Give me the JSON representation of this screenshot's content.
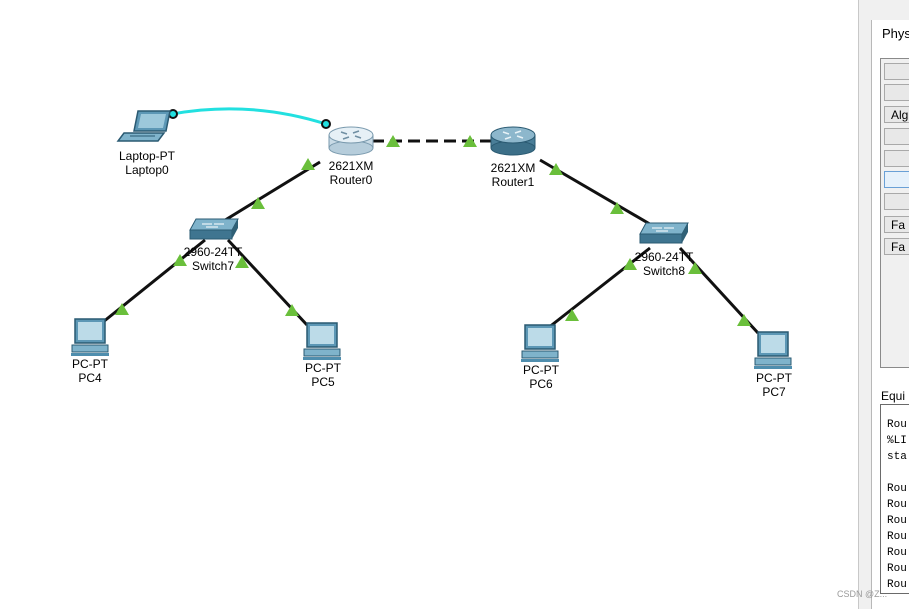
{
  "devices": {
    "laptop0": {
      "model": "Laptop-PT",
      "name": "Laptop0"
    },
    "router0": {
      "model": "2621XM",
      "name": "Router0"
    },
    "router1": {
      "model": "2621XM",
      "name": "Router1"
    },
    "switch7": {
      "model": "2960-24TT",
      "name": "Switch7"
    },
    "switch8": {
      "model": "2960-24TT",
      "name": "Switch8"
    },
    "pc4": {
      "model": "PC-PT",
      "name": "PC4"
    },
    "pc5": {
      "model": "PC-PT",
      "name": "PC5"
    },
    "pc6": {
      "model": "PC-PT",
      "name": "PC6"
    },
    "pc7": {
      "model": "PC-PT",
      "name": "PC7"
    }
  },
  "colors": {
    "link_up": "#6abf3b",
    "console_cable": "#22e0e0",
    "cable": "#111111",
    "device_blue": "#4f8eae"
  },
  "side_panel": {
    "tab_label": "Phys",
    "list_items": [
      "",
      "",
      "Alg",
      "",
      "",
      "",
      "",
      "Fa",
      "Fa"
    ],
    "equipment_label": "Equi",
    "console_lines": [
      "Rou",
      "%LI",
      "sta",
      "",
      "Rou",
      "Rou",
      "Rou",
      "Rou",
      "Rou",
      "Rou",
      "Rou"
    ]
  },
  "watermark": "CSDN @Z..."
}
